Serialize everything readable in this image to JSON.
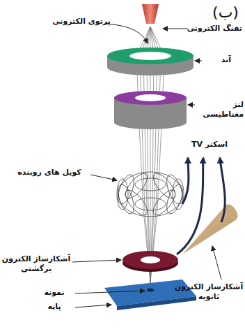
{
  "diagram": {
    "labels": [
      "(ب)",
      "تفنگ الکترونی",
      "پرتوی الکترونی",
      "آند",
      "لنز مغناطیسی",
      "اسکنر TV",
      "کویل های روبنده",
      "آشکارساز الکترون برگشتی",
      "آشکارساز الکترون ثانویه",
      "نمونه",
      "پایه"
    ]
  }
}
